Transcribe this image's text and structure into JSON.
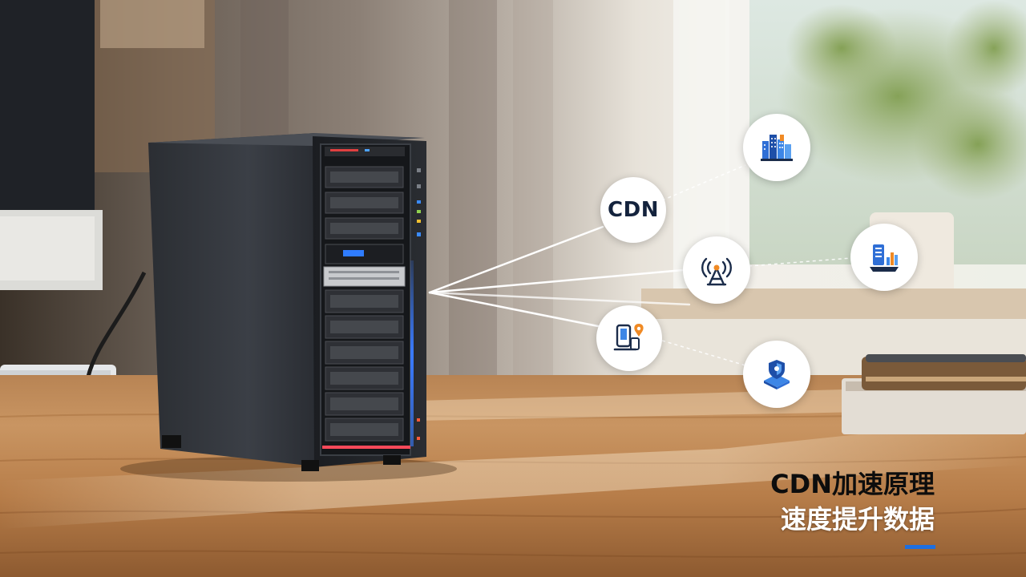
{
  "scene": {
    "description_free": true
  },
  "cdn_node": {
    "label": "CDN"
  },
  "icons": [
    {
      "name": "city-buildings-icon"
    },
    {
      "name": "broadcast-tower-icon"
    },
    {
      "name": "server-chart-icon"
    },
    {
      "name": "device-location-icon"
    },
    {
      "name": "shield-platform-icon"
    }
  ],
  "caption": {
    "line1": "CDN加速原理",
    "line2": "速度提升数据"
  },
  "colors": {
    "accent": "#1e6fe0",
    "orange": "#f08a24",
    "navy": "#14233d"
  }
}
